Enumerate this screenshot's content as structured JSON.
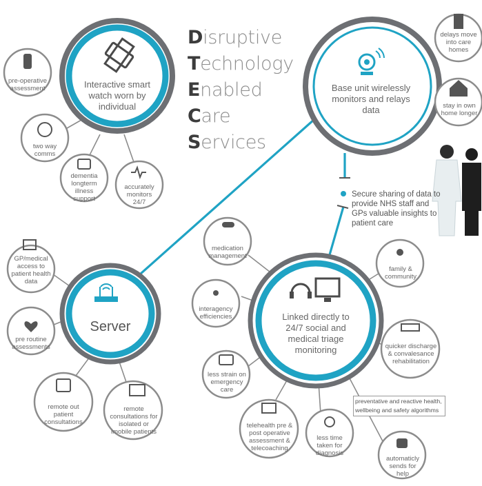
{
  "title": {
    "lines": [
      {
        "cap": "D",
        "rest": "isruptive"
      },
      {
        "cap": "T",
        "rest": "echnology"
      },
      {
        "cap": "E",
        "rest": "nabled"
      },
      {
        "cap": "C",
        "rest": "are ",
        "cap2": "S",
        "rest2": "ervices"
      }
    ]
  },
  "hubs": {
    "watch": "Interactive smart watch worn by individual",
    "base": "Base unit wirelessly monitors and relays data",
    "server": "Server",
    "triage": "Linked directly to 24/7 social and medical triage monitoring"
  },
  "watch_satellites": {
    "preop": "pre-operative assessment",
    "comms": "two way comms",
    "dementia": "dementia longterm illness support",
    "monitors": "accurately monitors 24/7"
  },
  "base_satellites": {
    "delays": "delays move into care homes",
    "stay": "stay in own home longer"
  },
  "server_satellites": {
    "gp": "GP/medical access to patient health data",
    "routine": "pre routine assessments",
    "remote_out": "remote out patient consultations",
    "remote_isolated": "remote consultations for isolated or imobile patients"
  },
  "triage_satellites": {
    "medication": "medication management",
    "interagency": "interagency efficiencies",
    "strain": "less strain on emergency care",
    "telehealth": "telehealth pre & post operative assessment & telecoaching",
    "diagnosis": "less time taken for diagnosis",
    "auto": "automaticly sends for help",
    "discharge": "quicker discharge & convalesance rehabilitation",
    "family": "family & community"
  },
  "secure_note": "Secure sharing of data to provide NHS staff and GPs valuable insights to patient care",
  "algorithms_note": "preventative and reactive health, wellbeing and safety algorithms",
  "colors": {
    "accent": "#1fa3c4",
    "ring": "#6d6f73",
    "satellite": "#8c8c8c",
    "icon": "#4a4a4a"
  }
}
